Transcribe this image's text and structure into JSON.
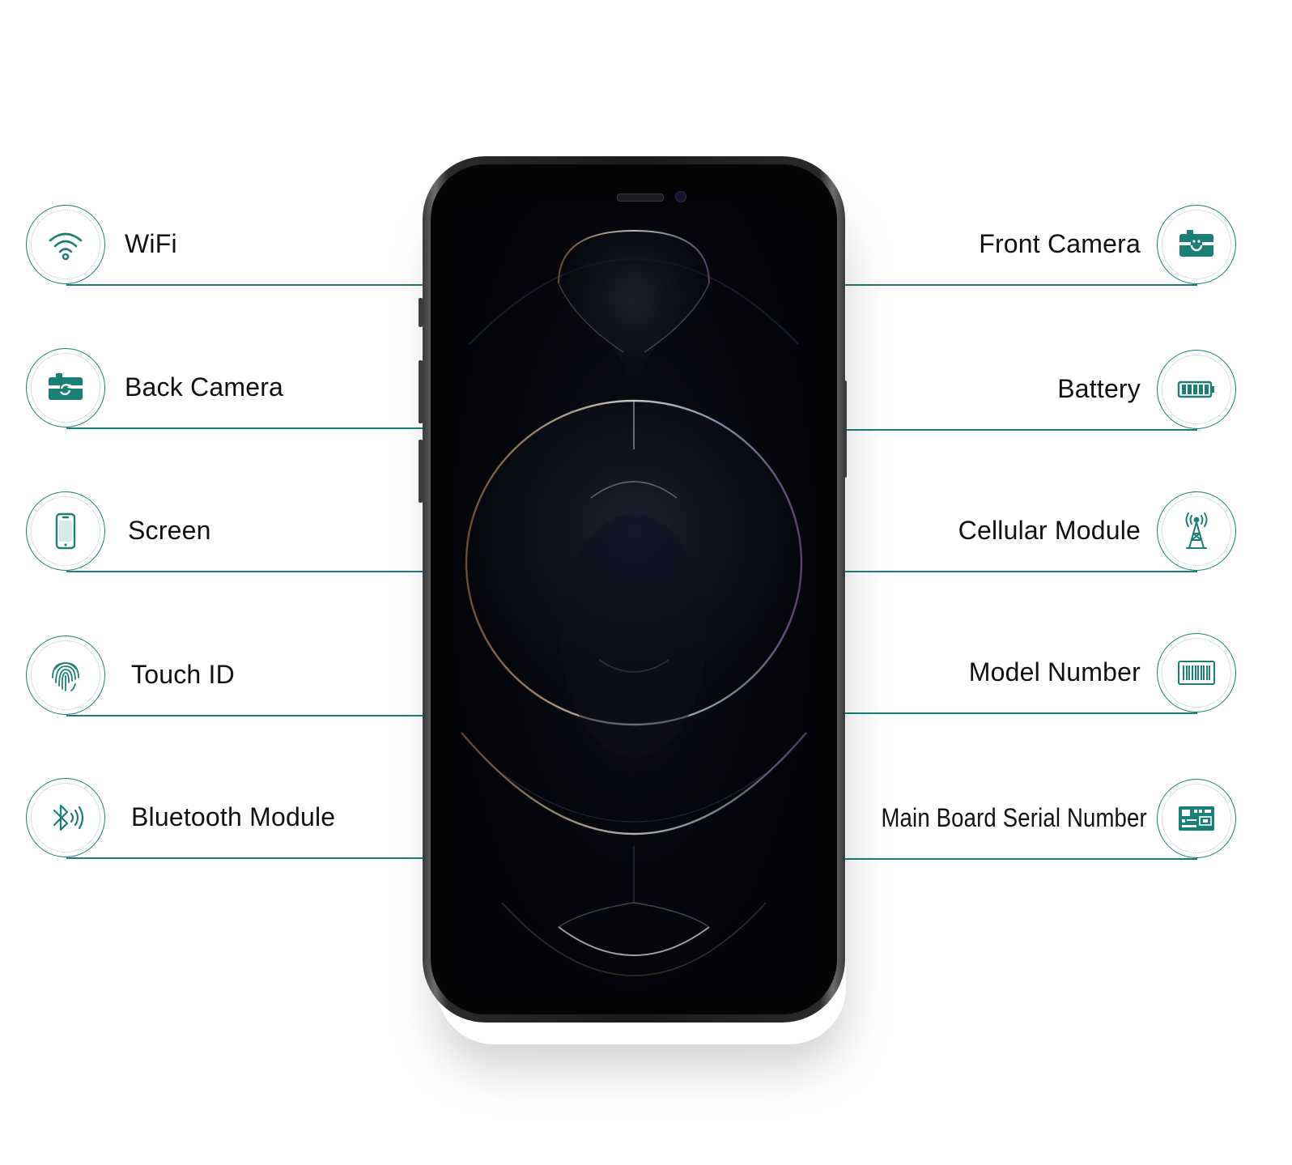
{
  "features": {
    "left": [
      {
        "label": "WiFi",
        "icon": "wifi-icon"
      },
      {
        "label": "Back Camera",
        "icon": "back-camera-icon"
      },
      {
        "label": "Screen",
        "icon": "smartphone-icon"
      },
      {
        "label": "Touch ID",
        "icon": "fingerprint-icon"
      },
      {
        "label": "Bluetooth Module",
        "icon": "bluetooth-icon"
      }
    ],
    "right": [
      {
        "label": "Front Camera",
        "icon": "front-camera-icon"
      },
      {
        "label": "Battery",
        "icon": "battery-icon"
      },
      {
        "label": "Cellular Module",
        "icon": "cell-tower-icon"
      },
      {
        "label": "Model Number",
        "icon": "barcode-icon"
      },
      {
        "label": "Main Board Serial Number",
        "icon": "circuit-board-icon"
      }
    ]
  },
  "colors": {
    "accent": "#1a7f76",
    "text": "#111111",
    "background": "#ffffff",
    "phone_frame": "#2a2a2c",
    "screen": "#05060b"
  }
}
